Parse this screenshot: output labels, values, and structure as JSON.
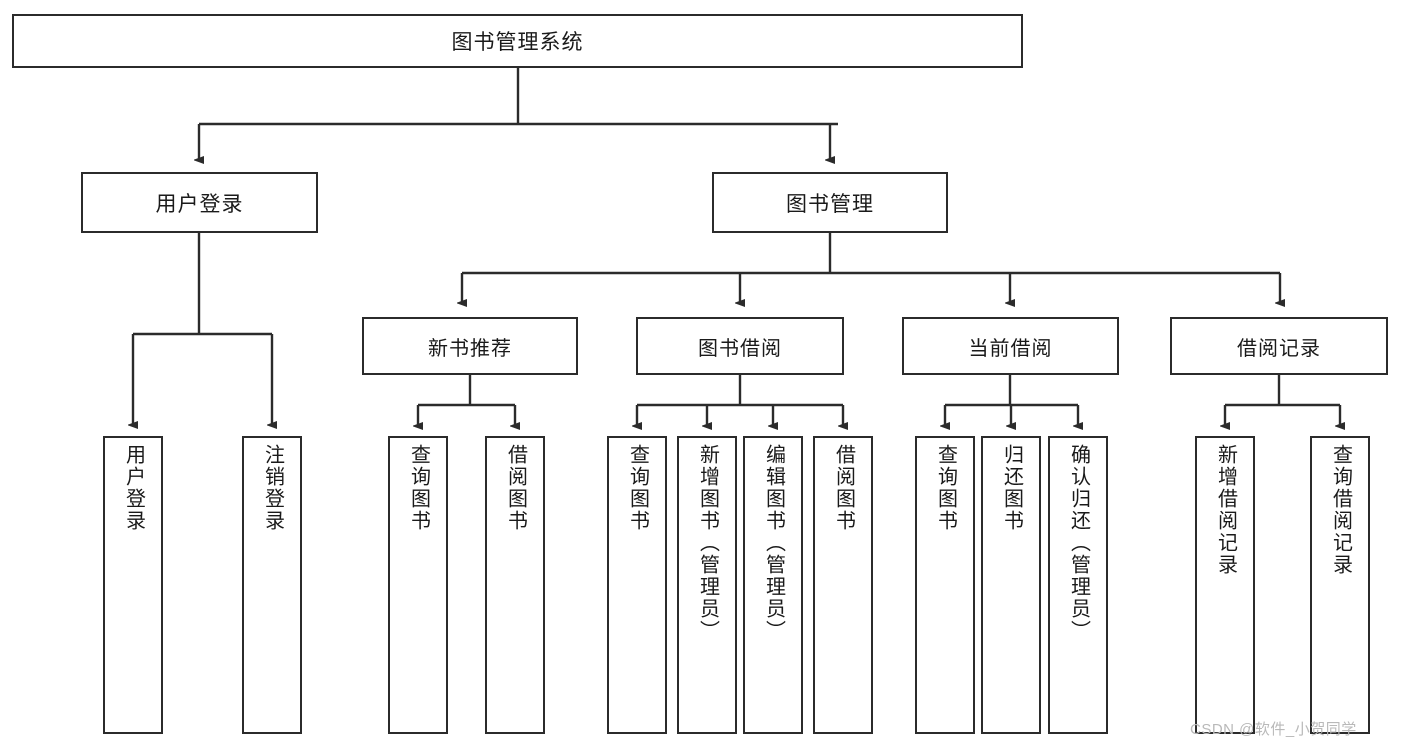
{
  "diagram": {
    "title": "图书管理系统",
    "type": "tree-hierarchy-diagram",
    "root": {
      "label": "图书管理系统"
    },
    "level1": [
      {
        "label": "用户登录"
      },
      {
        "label": "图书管理"
      }
    ],
    "level2": [
      {
        "label": "新书推荐"
      },
      {
        "label": "图书借阅"
      },
      {
        "label": "当前借阅"
      },
      {
        "label": "借阅记录"
      }
    ],
    "leaves": {
      "user_login": [
        {
          "label": "用户登录"
        },
        {
          "label": "注销登录"
        }
      ],
      "new_book_recommend": [
        {
          "label": "查询图书"
        },
        {
          "label": "借阅图书"
        }
      ],
      "book_borrow": [
        {
          "label": "查询图书"
        },
        {
          "label": "新增图书（管理员）"
        },
        {
          "label": "编辑图书（管理员）"
        },
        {
          "label": "借阅图书"
        }
      ],
      "current_borrow": [
        {
          "label": "查询图书"
        },
        {
          "label": "归还图书"
        },
        {
          "label": "确认归还（管理员）"
        }
      ],
      "borrow_record": [
        {
          "label": "新增借阅记录"
        },
        {
          "label": "查询借阅记录"
        }
      ]
    }
  },
  "watermark": {
    "text": "CSDN @软件_小贺同学"
  },
  "colors": {
    "stroke": "#2b2b2b",
    "background": "#ffffff",
    "text": "#1a1a1a",
    "watermark": "#b9b9b9"
  }
}
